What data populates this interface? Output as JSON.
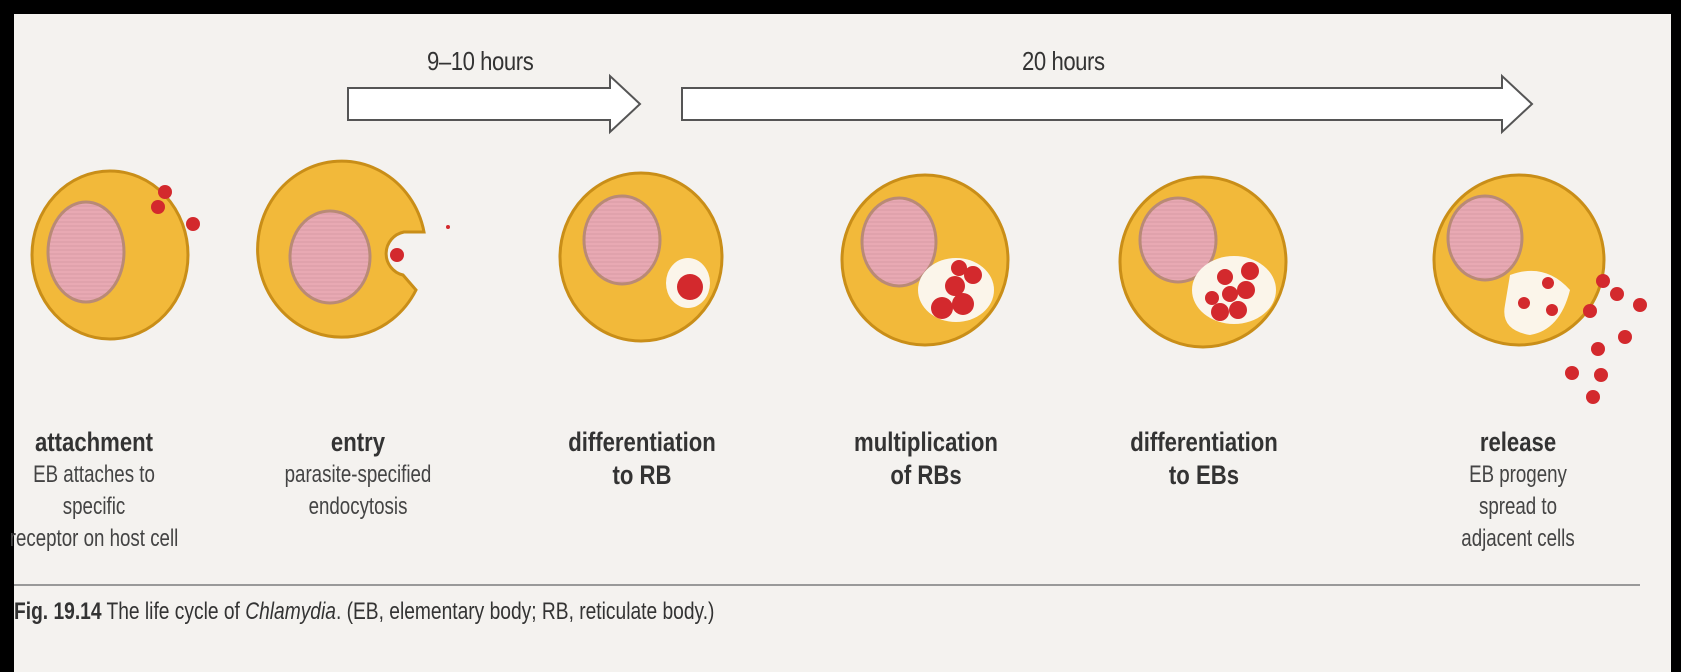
{
  "timeline": {
    "phase1": "9–10 hours",
    "phase2": "20 hours"
  },
  "stages": [
    {
      "title": "attachment",
      "title2": "",
      "desc": [
        "EB attaches to",
        "specific",
        "receptor on host cell"
      ]
    },
    {
      "title": "entry",
      "title2": "",
      "desc": [
        "parasite-specified",
        "endocytosis"
      ]
    },
    {
      "title": "differentiation",
      "title2": "to RB",
      "desc": []
    },
    {
      "title": "multiplication",
      "title2": "of RBs",
      "desc": []
    },
    {
      "title": "differentiation",
      "title2": "to EBs",
      "desc": []
    },
    {
      "title": "release",
      "title2": "",
      "desc": [
        "EB progeny",
        "spread to",
        "adjacent cells"
      ]
    }
  ],
  "caption": {
    "figure": "Fig. 19.14",
    "text_before": " The life cycle of ",
    "organism": "Chlamydia",
    "text_after": ".  (EB, elementary body; RB, reticulate body.)"
  },
  "colors": {
    "cell": "#f2b93a",
    "cell_outline": "#c98e18",
    "nucleus": "#e8a9b3",
    "nucleus_outline": "#b98a76",
    "body": "#d3292d",
    "vacuole": "#fbf5ea"
  }
}
